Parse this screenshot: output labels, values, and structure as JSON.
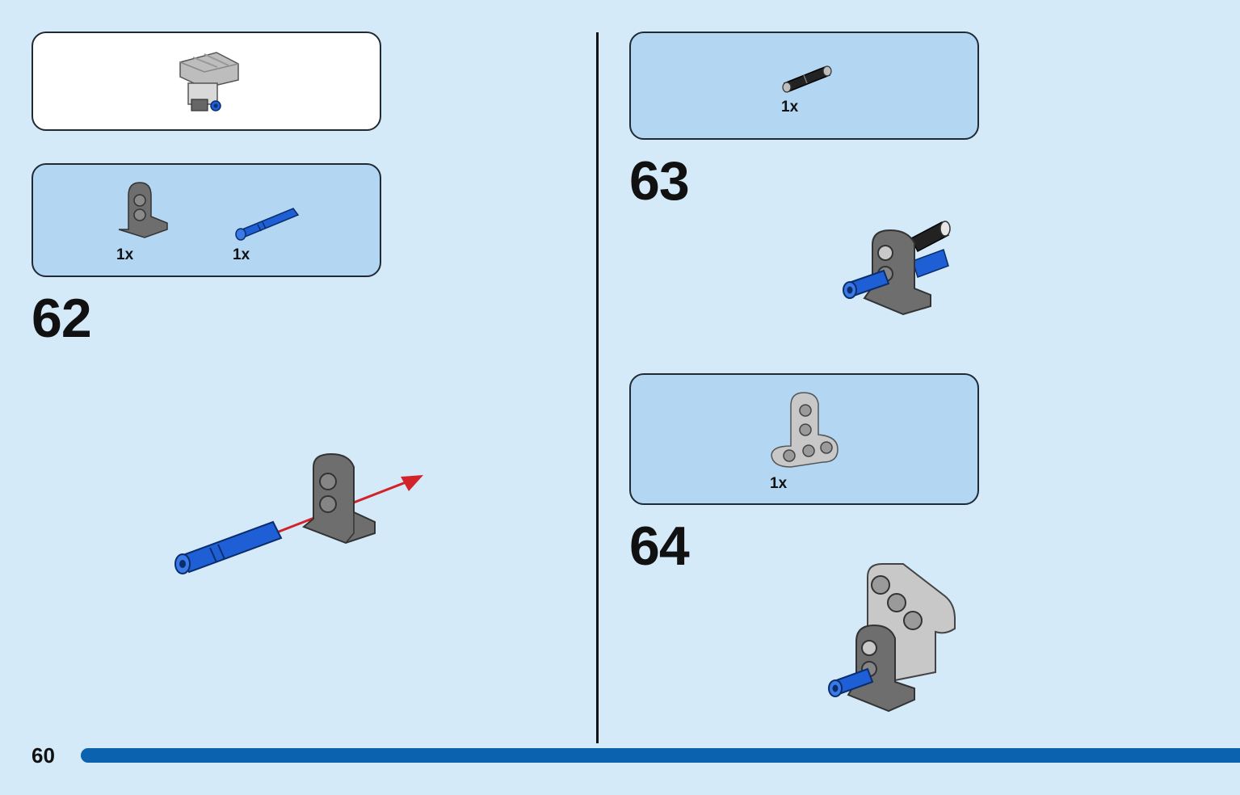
{
  "page": {
    "number": "60"
  },
  "colors": {
    "background": "#d4eaf9",
    "parts_box": "#b3d7f2",
    "progress_bar": "#0b62ae",
    "technic_blue": "#1e5fd6",
    "dark_gray": "#6b6b6b",
    "light_gray": "#c8c8c8",
    "arrow_red": "#d2222a"
  },
  "left_column": {
    "submodel_callout": {
      "icon": "submodel-preview-icon"
    },
    "step_62": {
      "number": "62",
      "parts": [
        {
          "icon": "perpendicular-connector-icon",
          "qty": "1x"
        },
        {
          "icon": "blue-axle-pin-icon",
          "qty": "1x"
        }
      ],
      "illustration": "insert-pin-arrow-icon"
    }
  },
  "right_column": {
    "step_63": {
      "number": "63",
      "parts": [
        {
          "icon": "black-axle-connector-icon",
          "qty": "1x"
        }
      ],
      "illustration": "assembly-step-63-icon"
    },
    "step_64": {
      "number": "64",
      "parts": [
        {
          "icon": "t-beam-icon",
          "qty": "1x"
        }
      ],
      "illustration": "assembly-step-64-icon"
    }
  }
}
